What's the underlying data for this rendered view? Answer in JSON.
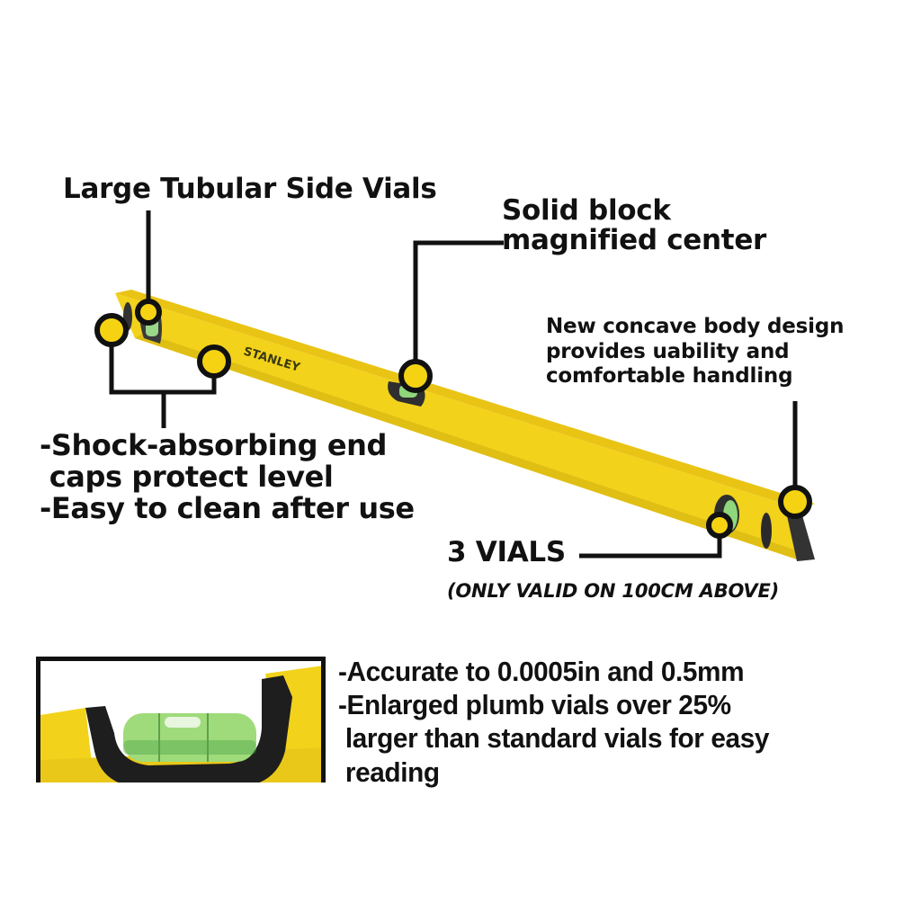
{
  "product": {
    "brand": "STANLEY",
    "colors": {
      "body_yellow": "#F2D21B",
      "body_shadow": "#D4AE10",
      "callout_fill": "#F5D312",
      "callout_stroke": "#111111",
      "endcap": "#2B2B2B",
      "vial_green": "#7FD36A"
    }
  },
  "callouts": {
    "tubular_vials": "Large Tubular Side Vials",
    "solid_block": "Solid block\nmagnified center",
    "concave_body": "New concave body design\nprovides uability and\ncomfortable handling",
    "end_caps": "-Shock-absorbing end\n caps protect level\n-Easy to clean after use",
    "three_vials": "3 VIALS",
    "three_vials_note": "(ONLY VALID ON 100CM ABOVE)",
    "accuracy": "-Accurate to 0.0005in and 0.5mm\n-Enlarged plumb vials over 25%\n larger than standard vials for easy\n reading"
  }
}
